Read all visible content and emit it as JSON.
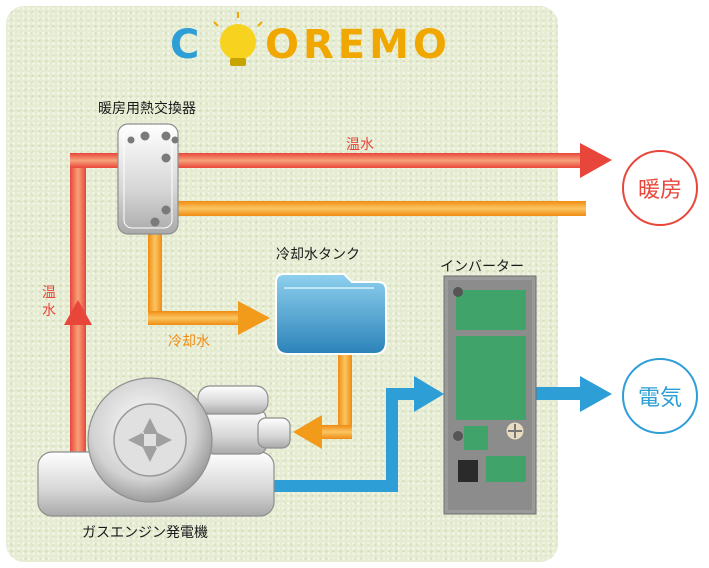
{
  "logo": {
    "text": "COREMO",
    "letters_blue": "C",
    "letters_yellow": "OREMO"
  },
  "labels": {
    "heat_exchanger": "暖房用熱交換器",
    "hot_water_top": "温水",
    "cooling_tank": "冷却水タンク",
    "inverter": "インバーター",
    "hot_water_left_1": "温",
    "hot_water_left_2": "水",
    "cooling_water": "冷却水",
    "generator": "ガスエンジン発電機"
  },
  "outputs": {
    "heating": "暖房",
    "electricity": "電気"
  },
  "colors": {
    "hot_water": "#ea5a3a",
    "cooling_water": "#f29b1a",
    "electricity": "#2e9ed6",
    "background": "#e6ecd2"
  }
}
